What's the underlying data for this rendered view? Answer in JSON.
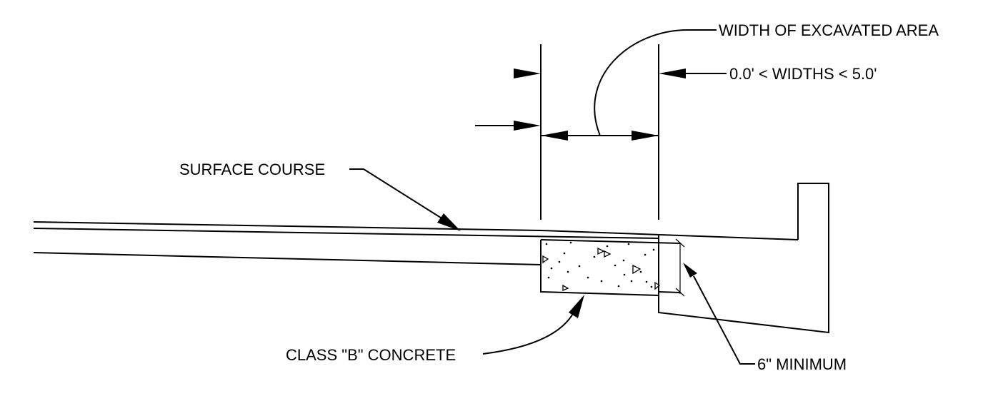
{
  "diagram": {
    "labels": {
      "width_title": "WIDTH OF EXCAVATED AREA",
      "width_range": "0.0' < WIDTHS < 5.0'",
      "surface_course": "SURFACE COURSE",
      "concrete": "CLASS \"B\" CONCRETE",
      "minimum": "6\" MINIMUM"
    }
  }
}
